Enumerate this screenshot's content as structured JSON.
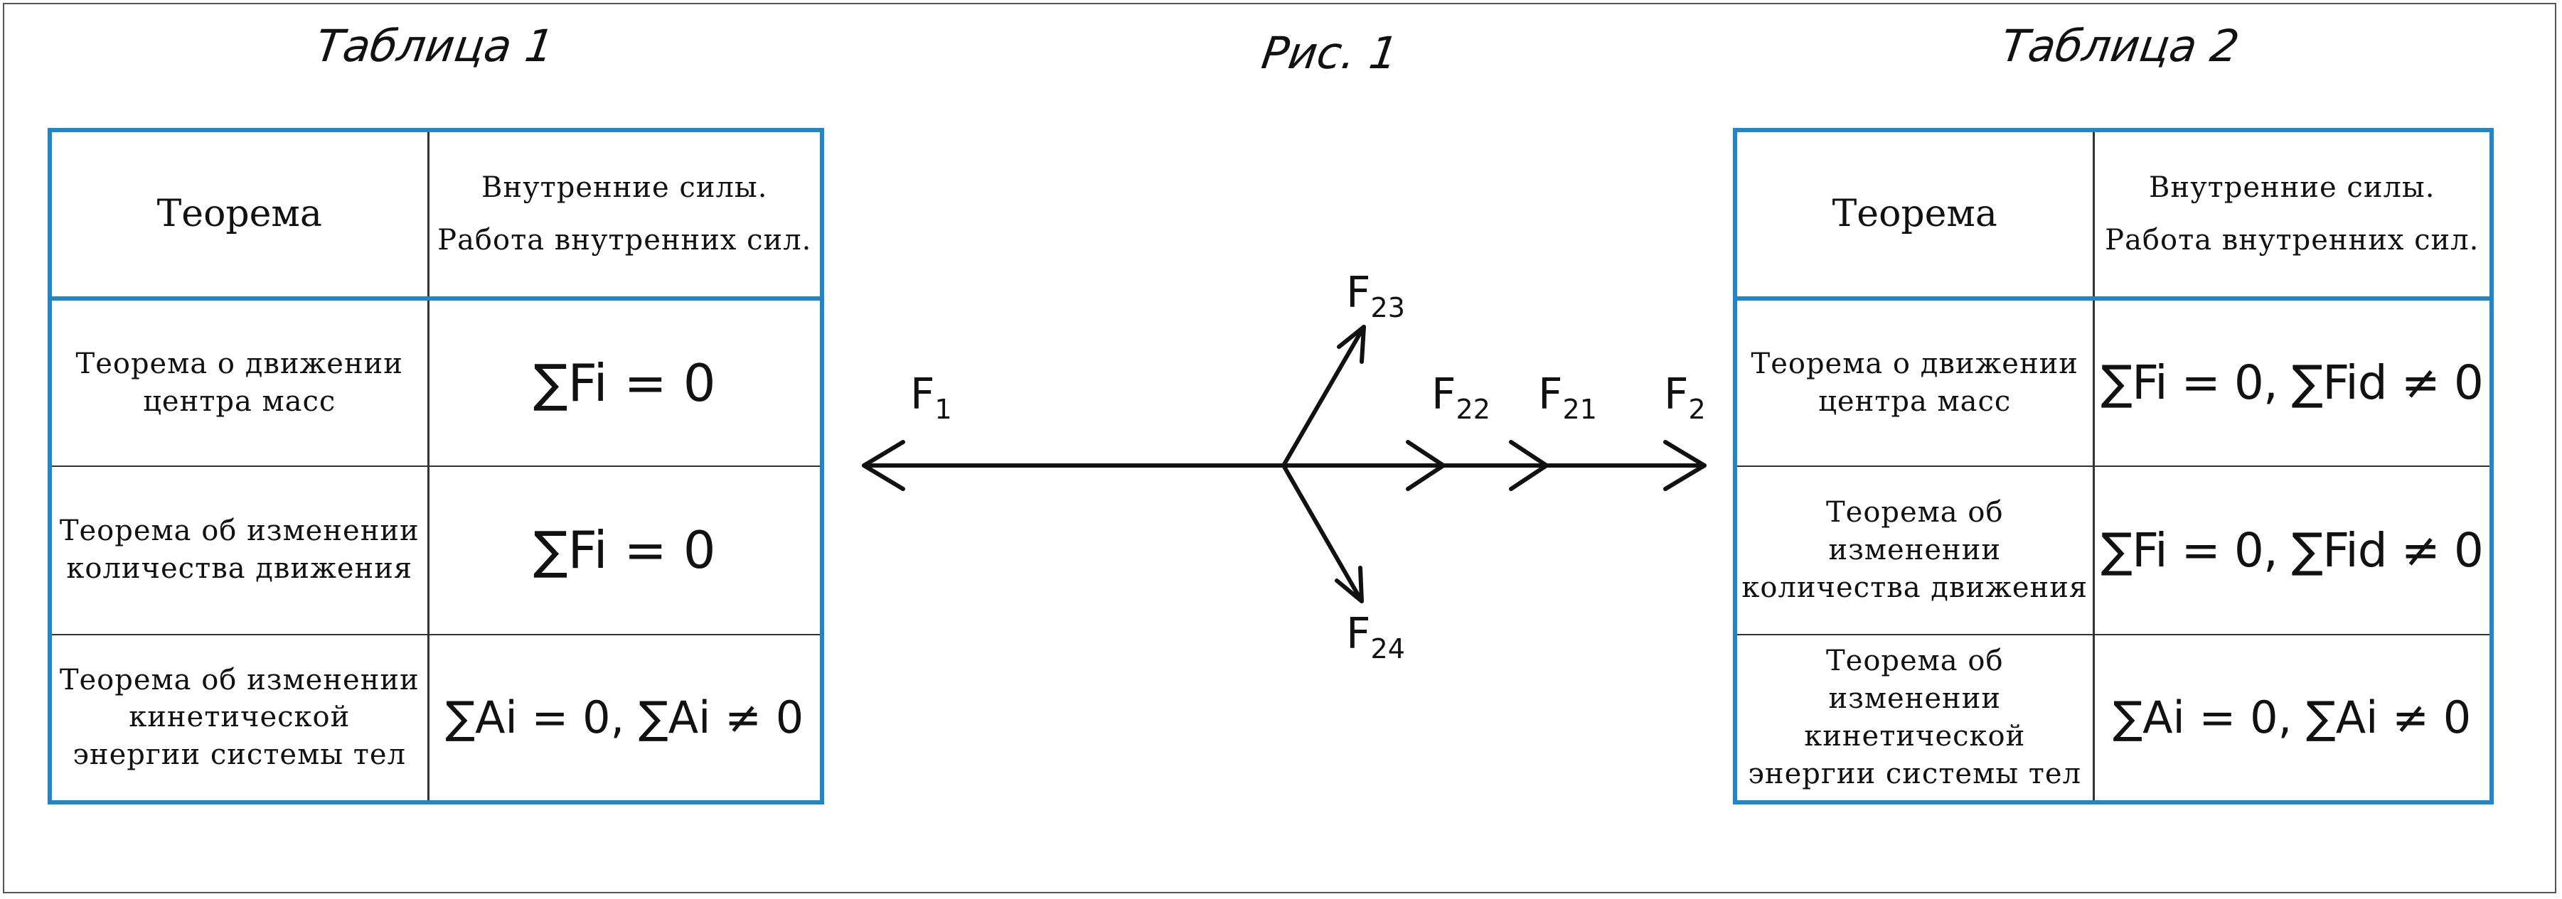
{
  "captions": {
    "table1": "Таблица 1",
    "figure": "Рис. 1",
    "table2": "Таблица 2"
  },
  "table1": {
    "header": {
      "col1": "Теорема",
      "col2_line1": "Внутренние силы.",
      "col2_line2": "Работа внутренних сил."
    },
    "rows": [
      {
        "theorem_lines": [
          "Теорема о движении",
          "центра масс"
        ],
        "formula": "∑Fi = 0"
      },
      {
        "theorem_lines": [
          "Теорема об изменении",
          "количества движения"
        ],
        "formula": "∑Fi = 0"
      },
      {
        "theorem_lines": [
          "Теорема об изменении",
          "кинетической",
          "энергии системы тел"
        ],
        "formula": "∑Ai = 0, ∑Ai ≠ 0"
      }
    ]
  },
  "table2": {
    "header": {
      "col1": "Теорема",
      "col2_line1": "Внутренние силы.",
      "col2_line2": "Работа внутренних сил."
    },
    "rows": [
      {
        "theorem_lines": [
          "Теорема о движении",
          "центра масс"
        ],
        "formula": "∑Fi = 0, ∑Fid ≠ 0"
      },
      {
        "theorem_lines": [
          "Теорема об изменении",
          "количества движения"
        ],
        "formula": "∑Fi = 0, ∑Fid ≠ 0"
      },
      {
        "theorem_lines": [
          "Теорема об изменении",
          "кинетической",
          "энергии системы тел"
        ],
        "formula": "∑Ai = 0, ∑Ai ≠ 0"
      }
    ]
  },
  "diagram": {
    "forces": [
      {
        "main": "F",
        "sub": "1"
      },
      {
        "main": "F",
        "sub": "23"
      },
      {
        "main": "F",
        "sub": "22"
      },
      {
        "main": "F",
        "sub": "21"
      },
      {
        "main": "F",
        "sub": "2"
      },
      {
        "main": "F",
        "sub": "24"
      }
    ]
  },
  "colors": {
    "table_border": "#1f86c9",
    "grid_line": "#333333",
    "ink": "#111111"
  }
}
